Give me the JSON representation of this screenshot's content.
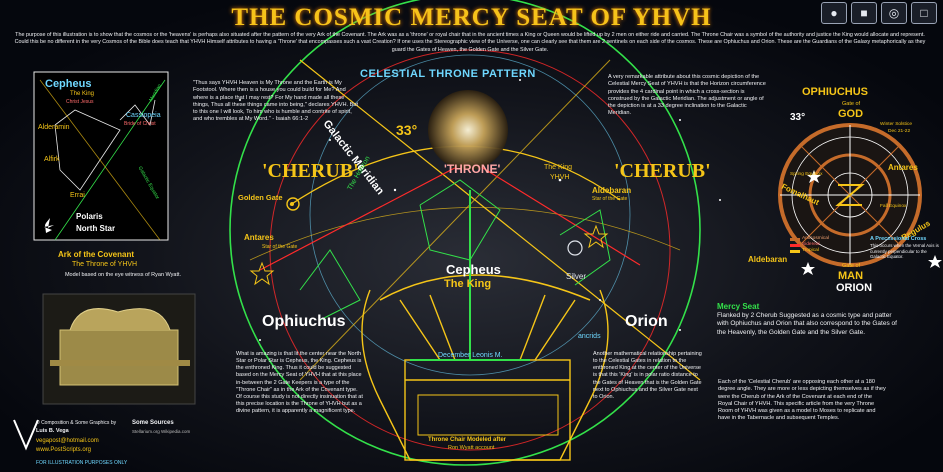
{
  "title": "THE COSMIC MERCY SEAT OF YHVH",
  "intro": "The purpose of this illustration is to show that the cosmos or the 'heavens' is perhaps also situated after the pattern of the very Ark of the Covenant. The Ark was as a 'throne' or royal chair that in the ancient times a King or Queen would be lifted up by 2 men on either ride and carried. The Throne Chair was a symbol of the authority and justice the King would allocate and represent. Could this be no different in the very Cosmos of the Bible does teach that YHVH Himself attributes to having a 'Throne' that encompasses such a vast Creation? If one uses the Stereographic view of the Universe, one can clearly see that them are 2 sentinels on each side of the cosmos. These are Ophiuchus and Orion. These are the Guardians of the Galaxy metaphorically as they guard the Gates of Heaven, the Golden Gate and the Silver Gate.",
  "celestial_label": "CELESTIAL THRONE PATTERN",
  "quote": "\"Thus says YHVH Heaven is My Throne and the Earth is My Footstool. Where then is a house you could build for Me? And where is a place that I may rest? For My hand made all these things, Thus all these things came into being,\" declares YHVH. But to this one I will look, To him who is humble and contrite of spirit, and who trembles at My Word.\" - Isaiah 66:1-2",
  "right_note": "A very remarkable attribute about this cosmic depiction of the Celestial Mercy Seat of YHVH is that the Horizon circumference provides the 4 cardinal point in which a cross-section is construed by the Galactic Meridian. The adjustment or angle of the depiction is at a 33 degree inclination to the Galactic Meridian.",
  "center": {
    "galactic_meridian": "Galactic Meridian",
    "horizon": "The Horizon",
    "degrees": "33°",
    "cherub_left": "'CHERUB'",
    "cherub_right": "'CHERUB'",
    "throne": "'THRONE'",
    "king_yhvh_1": "The King",
    "king_yhvh_2": "YHVH",
    "golden_gate": "Golden Gate",
    "antares": "Antares",
    "antares_sub": "Star of the Gate",
    "aldebaran": "Aldebaran",
    "aldebaran_sub": "Star of the Gate",
    "silver": "Silver",
    "cepheus": "Cepheus",
    "the_king": "The King",
    "ophiuchus": "Ophiuchus",
    "orion": "Orion",
    "december": "December Leonis M.",
    "ancrids": "ancrids",
    "chair_caption_1": "Throne Chair Modeled after",
    "chair_caption_2": "Ron Wyatt account"
  },
  "cepheus_box": {
    "title": "Cepheus",
    "sub1": "The King",
    "sub2": "Christ Jesus",
    "alderamin": "Alderamin",
    "alfirk": "Alfirk",
    "errai": "Errai",
    "cassiopeia": "Cassiopeia",
    "cassiopeia_sub": "Bride of Christ",
    "meridian": "Meridian",
    "galactic_equator": "Galactic Equator",
    "polaris": "Polaris",
    "north_star": "North Star"
  },
  "ark": {
    "title": "Ark of the Covenant",
    "sub": "The Throne of YHVH",
    "model": "Model based on the eye witness of Ryan Wyatt."
  },
  "mid_note": "What is amazing is that lit the center near the North Star or Polar Star is Cepheus, the King. Cepheus is the enthroned King. Thus it could be suggested based on the Mercy Seat of YHVH that at this place in-between the 2 Gate Keepers is a type of the \"Throne Chair\" as in the Ark of the Covenant type. Of course this study is not directly insinuation that at this precise location is the Throne of YHVH but as a divine pattern, it is apparently a magnificent type.",
  "relation_note": "Another mathematical relationship pertaining to the Celestial Gates in relation to the enthroned King at the center of the Universe is that this 'King' is in polar ratio distance to the Gates of Heaven that is the Golden Gate next to Ophiuchus and the Silver Gate next to Orion.",
  "mercy_seat": {
    "title": "Mercy Seat",
    "text": "Flanked by 2 Cherub Suggested as a cosmic type and patter with Ophiuchus and Orion that also correspond to the Gates of the Heavenly, the Golden Gate and the Silver Gate."
  },
  "cherub_note": "Each of the 'Celestial Cherub' are opposing each other at a 180 degree angle. They are more or less depicting themselves as if they were the Cherub of the Ark of the Covenant at each end of the Royal Chair of YHVH. This specific article from the very Throne Room of YHVH was given as a model to Moses to replicate and have in the Tabernacle and subsequent Temples.",
  "wheel": {
    "ophiuchus": "OPHIUCHUS",
    "gate_of_god_small": "Gate of",
    "gate_of_god": "GOD",
    "deg": "33°",
    "winter": "Winter Solstice",
    "winter_date": "Dec 21-22",
    "antares": "Antares",
    "spring": "Spring Equinox",
    "fomalhaut": "Fomalhaut",
    "fall": "Fall Equinox",
    "regulus": "Regulus",
    "aldebaran": "Aldebaran",
    "gate_of_man_small": "Gate of",
    "gate_of_man": "MAN",
    "orion": "ORION",
    "legend1": "Anticosmical",
    "legend2": "Sidereal",
    "legend3": "Tropical",
    "precession_title": "A Precessional Cross",
    "precession_text": "This occurs when the Vernal Axis is currently perpendicular to the Galactic Equator."
  },
  "credits": {
    "line1": "© Composition & Some Graphics by",
    "line2": "Luis B. Vega",
    "email": "vegapost@hotmail.com",
    "site": "www.PostScripts.org",
    "purpose": "For illustration purposes only",
    "sources": "Some Sources",
    "sources_sub": "Stellarium.org  Wikipedia.com"
  },
  "colors": {
    "gold": "#f5c518",
    "green": "#33e14a",
    "red": "#ff2b2b",
    "cyan": "#6fd8ff"
  }
}
